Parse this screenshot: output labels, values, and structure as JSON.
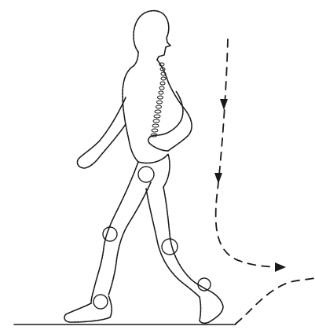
{
  "figure": {
    "subject": "walking-human",
    "ink_color": "#1a1a1a",
    "background_color": "#ffffff",
    "joint_markers": [
      "hip-joint",
      "front-knee-joint",
      "rear-knee-joint",
      "front-ankle-joint",
      "rear-ankle-joint"
    ],
    "force_path_style": "dashed-arrow",
    "spine_style": "vertebrae-chain"
  }
}
